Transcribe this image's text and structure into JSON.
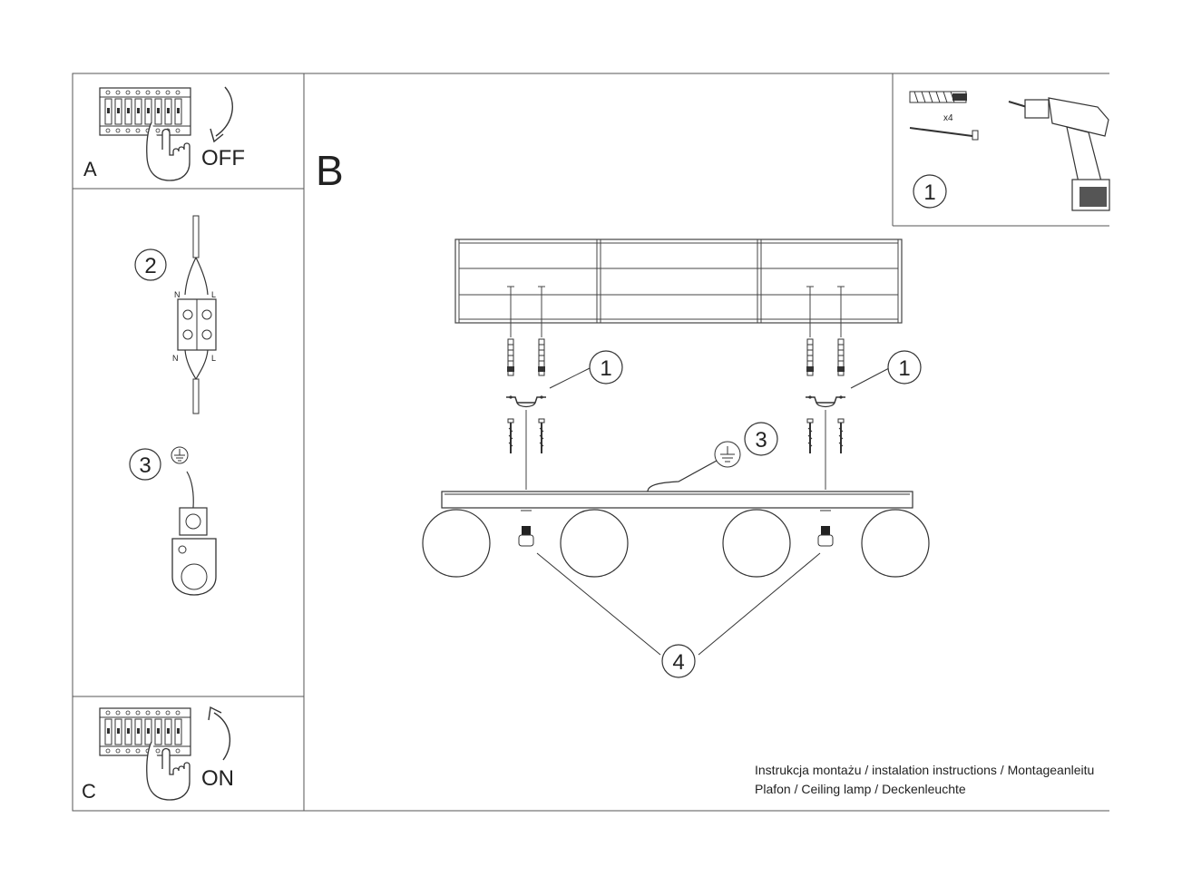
{
  "panels": {
    "a": {
      "letter": "A",
      "switch_label": "OFF"
    },
    "b": {
      "letter": "B"
    },
    "c": {
      "letter": "C",
      "switch_label": "ON"
    }
  },
  "kit": {
    "quantity": "x4",
    "step": "1"
  },
  "steps": {
    "wiring": {
      "number": "2",
      "neutral": "N",
      "live": "L"
    },
    "earth": {
      "number": "3"
    },
    "anchor_left": "1",
    "anchor_right": "1",
    "earth_main": "3",
    "screws": "4"
  },
  "footer": {
    "line1": "Instrukcja montażu / instalation instructions / Montageanleitu",
    "line2": "Plafon / Ceiling lamp / Deckenleuchte"
  }
}
